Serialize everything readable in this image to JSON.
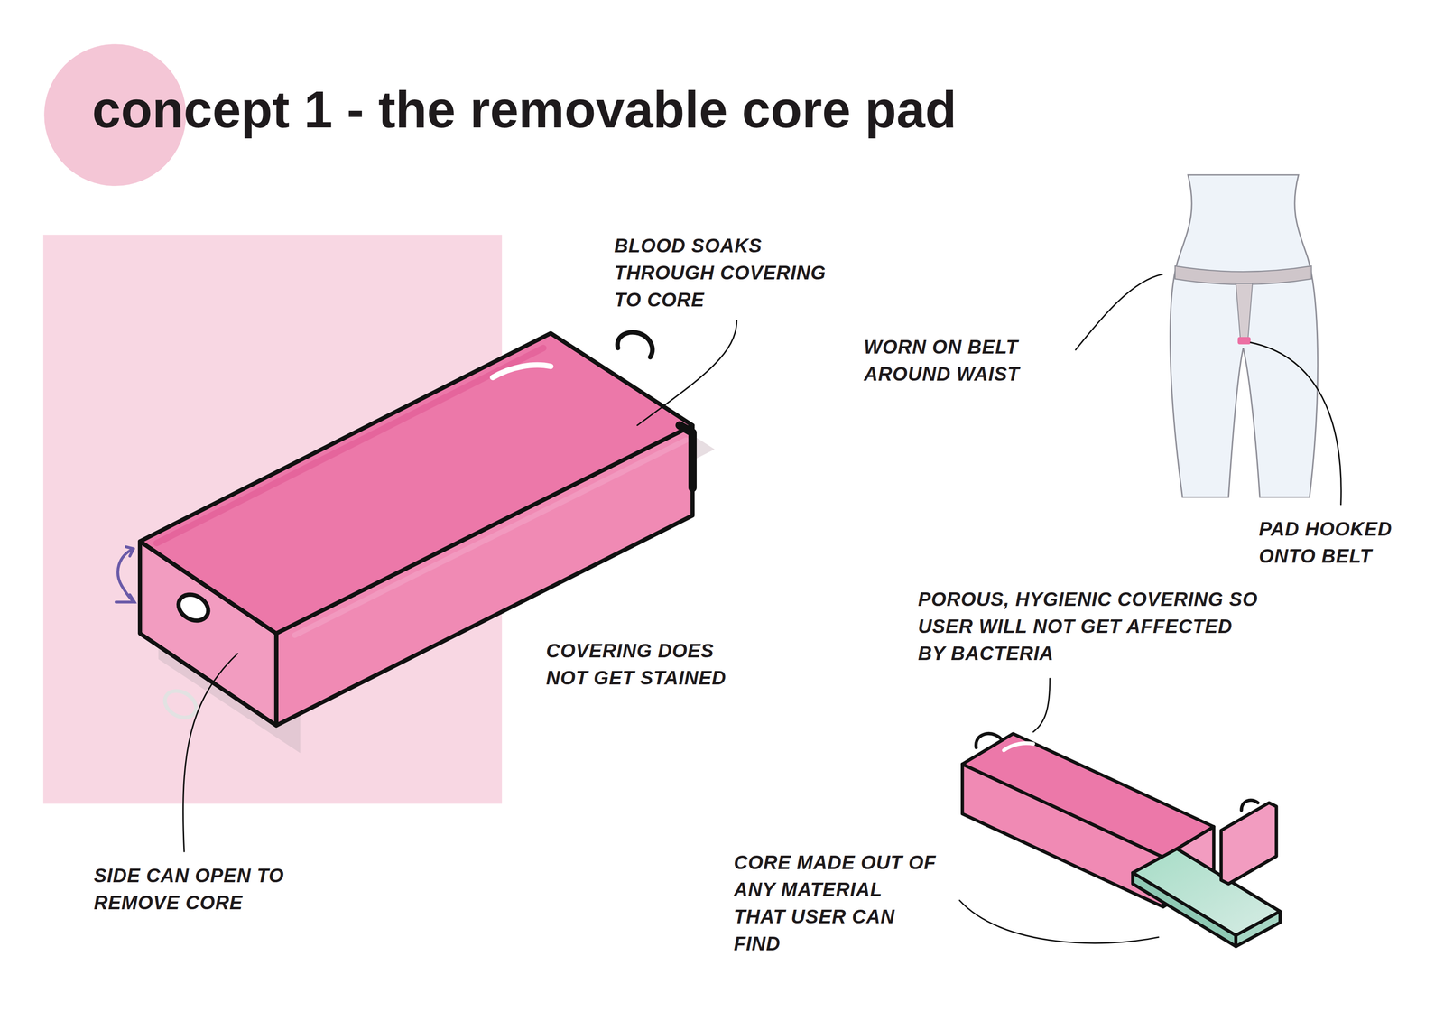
{
  "diagram": {
    "title": "concept 1 - the removable core pad",
    "labels": [
      "BLOOD SOAKS THROUGH COVERING TO CORE",
      "WORN ON BELT AROUND WAIST",
      "PAD HOOKED ONTO BELT",
      "COVERING DOES NOT GET STAINED",
      "POROUS, HYGIENIC COVERING SO USER WILL NOT GET AFFECTED BY BACTERIA",
      "SIDE CAN OPEN TO REMOVE CORE",
      "CORE MADE OUT OF ANY MATERIAL THAT USER CAN FIND"
    ]
  }
}
